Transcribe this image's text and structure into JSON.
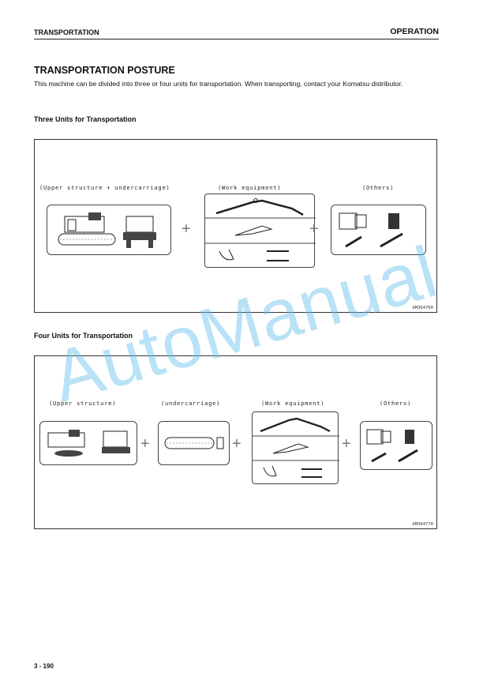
{
  "header": {
    "left": "TRANSPORTATION",
    "right": "OPERATION"
  },
  "section_title": "TRANSPORTATION POSTURE",
  "intro": "This machine can be divided into three or four units for transportation. When transporting, contact your Komatsu distributor.",
  "three_units": {
    "heading": "Three Units for Transportation",
    "labels": {
      "upper_under": "(Upper structure + undercarriage)",
      "work": "(Work equipment)",
      "others": "(Others)"
    },
    "code": "AM364760"
  },
  "four_units": {
    "heading": "Four Units for Transportation",
    "labels": {
      "upper": "(Upper structure)",
      "under": "(undercarriage)",
      "work": "(Work equipment)",
      "others": "(Others)"
    },
    "code": "AM364770"
  },
  "watermark": "AutoManual",
  "footer": "3 - 190"
}
